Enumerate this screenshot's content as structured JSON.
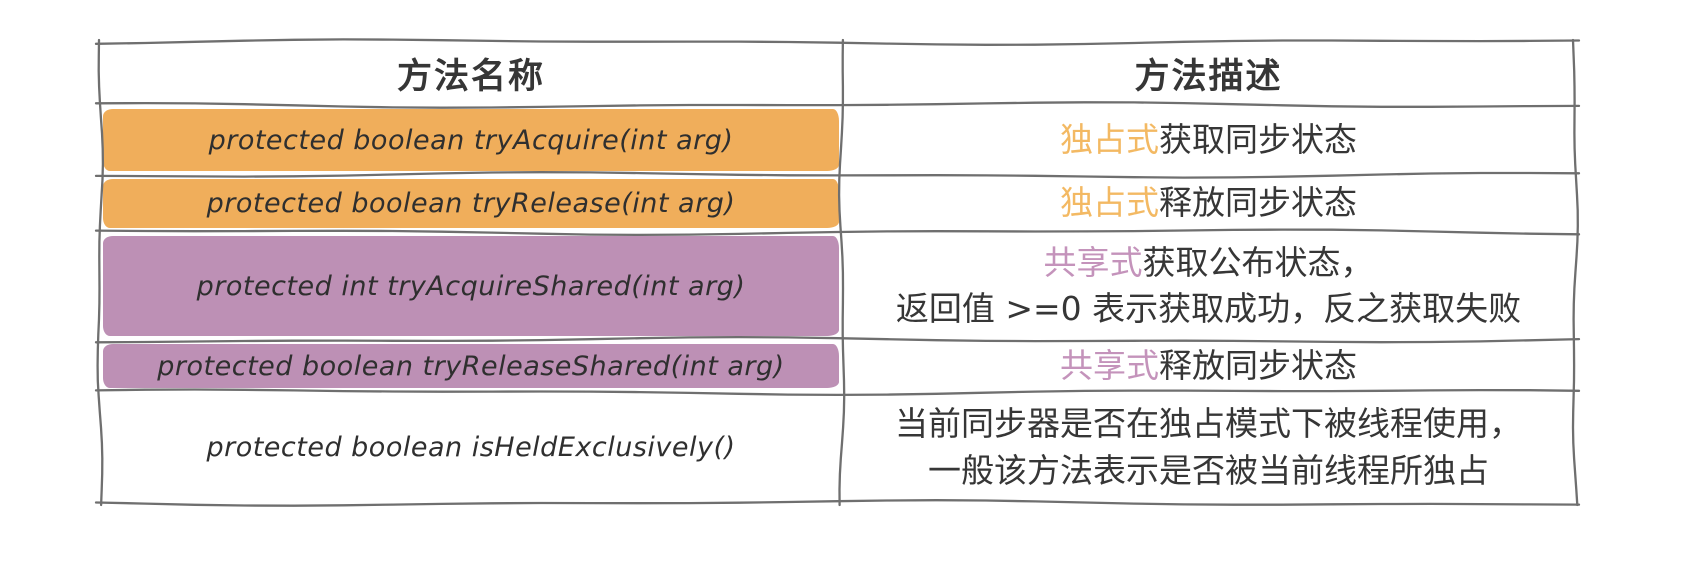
{
  "colors": {
    "background": "#FFFFFF",
    "highlight_orange": "#F0AE5B",
    "highlight_purple": "#BD90B5",
    "accent_orange_text": "#F3B963",
    "accent_purple_text": "#C493BB",
    "border_gray": "#6F6F6F",
    "text_dark": "#363636"
  },
  "table": {
    "columns": [
      {
        "label": "方法名称"
      },
      {
        "label": "方法描述"
      }
    ],
    "rows": [
      {
        "method": "protected boolean tryAcquire(int arg)",
        "highlight": "orange",
        "description": [
          {
            "text": "独占式",
            "accent": "orange"
          },
          {
            "text": "获取同步状态"
          }
        ]
      },
      {
        "method": "protected boolean tryRelease(int arg)",
        "highlight": "orange",
        "description": [
          {
            "text": "独占式",
            "accent": "orange"
          },
          {
            "text": "释放同步状态"
          }
        ]
      },
      {
        "method": "protected int tryAcquireShared(int arg)",
        "highlight": "purple",
        "description": [
          {
            "text": "共享式",
            "accent": "purple"
          },
          {
            "text": "获取公布状态，"
          },
          {
            "text": "返回值 >=0 表示获取成功，反之获取失败",
            "newline": true
          }
        ]
      },
      {
        "method": "protected boolean tryReleaseShared(int arg)",
        "highlight": "purple",
        "description": [
          {
            "text": "共享式",
            "accent": "purple"
          },
          {
            "text": "释放同步状态"
          }
        ]
      },
      {
        "method": "protected boolean isHeldExclusively()",
        "highlight": "none",
        "description": [
          {
            "text": "当前同步器是否在独占模式下被线程使用，"
          },
          {
            "text": "一般该方法表示是否被当前线程所独占",
            "newline": true
          }
        ]
      }
    ]
  }
}
